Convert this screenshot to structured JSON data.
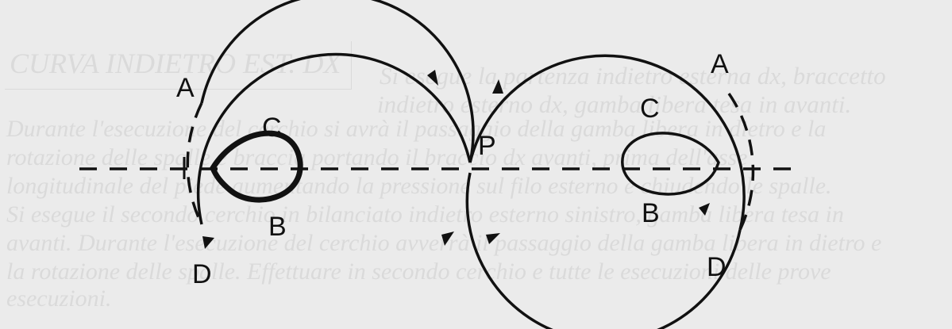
{
  "colors": {
    "background": "#ebebeb",
    "ink": "#111111",
    "faded_text": "#d6d6d6"
  },
  "faded_text": {
    "heading": "CURVA INDIETRO EST. DX",
    "line_1": "Si esegue la partenza indietro esterna dx, braccetto",
    "line_2": "indietro esterno dx, gamba libera tesa in avanti.",
    "line_3": "Durante l'esecuzione del cerchio si avrà il passaggio della gamba libera in dietro e la",
    "line_4": "rotazione delle spalle e braccia portando il braccio dx avanti, prima dell'asse",
    "line_5": "longitudinale del piede aumentando la pressione sul filo esterno e chiudendo le spalle.",
    "line_6": "Si esegue il secondo cerchio in bilanciato indietro esterno sinistro, gamba libera tesa in",
    "line_7": "avanti. Durante l'esecuzione del cerchio avverrà il passaggio della gamba libera in dietro e",
    "line_8": "la rotazione delle spalle. Effettuare in secondo cerchio e tutte le esecuzioni delle prove",
    "line_9": "esecuzioni."
  },
  "labels": {
    "left_a": "A",
    "left_c": "C",
    "left_b": "B",
    "left_d": "D",
    "center_p": "P",
    "right_a": "A",
    "right_c": "C",
    "right_b": "B",
    "right_d": "D"
  }
}
